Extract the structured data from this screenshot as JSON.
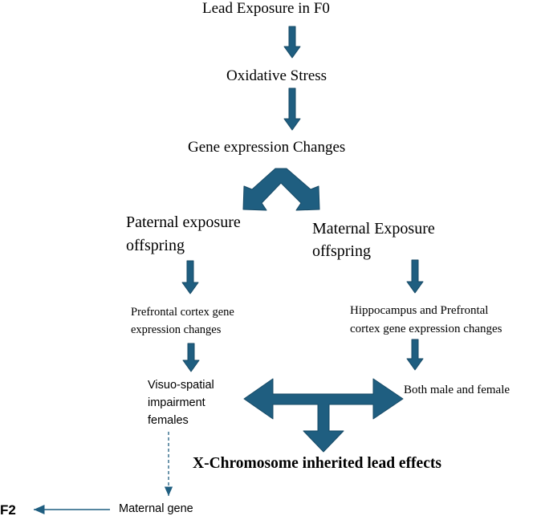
{
  "colors": {
    "arrow_fill": "#1f5e80",
    "arrow_stroke": "#174a66",
    "text": "#000000"
  },
  "nodes": {
    "lead_exposure": "Lead Exposure in F0",
    "oxidative_stress": "Oxidative Stress",
    "gene_expression": "Gene expression Changes",
    "paternal": "Paternal exposure\noffspring",
    "maternal": "Maternal Exposure\noffspring",
    "prefrontal": "Prefrontal cortex gene\nexpression changes",
    "hippocampus": "Hippocampus and Prefrontal\ncortex gene expression changes",
    "visuo": "Visuo-spatial\nimpairment\nfemales",
    "both_sexes": "Both male and female",
    "x_chromosome": "X-Chromosome inherited lead effects",
    "maternal_gene": "Maternal gene",
    "f2": "F2"
  },
  "edges": [
    {
      "from": "lead_exposure",
      "to": "oxidative_stress",
      "style": "block-arrow"
    },
    {
      "from": "oxidative_stress",
      "to": "gene_expression",
      "style": "block-arrow"
    },
    {
      "from": "gene_expression",
      "to": [
        "paternal",
        "maternal"
      ],
      "style": "split-arrow"
    },
    {
      "from": "paternal",
      "to": "prefrontal",
      "style": "block-arrow"
    },
    {
      "from": "maternal",
      "to": "hippocampus",
      "style": "block-arrow"
    },
    {
      "from": "prefrontal",
      "to": "visuo",
      "style": "block-arrow"
    },
    {
      "from": "hippocampus",
      "to": "both_sexes",
      "style": "block-arrow"
    },
    {
      "from": [
        "visuo",
        "both_sexes"
      ],
      "to": "x_chromosome",
      "style": "converging-arrow"
    },
    {
      "from": "visuo",
      "to": "maternal_gene",
      "style": "dashed"
    },
    {
      "from": "maternal_gene",
      "to": "f2",
      "style": "thin-arrow"
    }
  ]
}
